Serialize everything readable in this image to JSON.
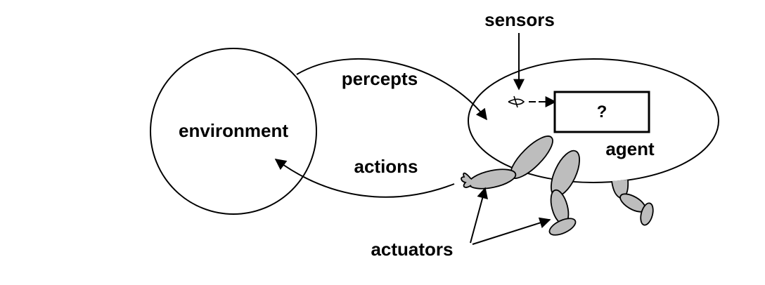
{
  "diagram": {
    "labels": {
      "environment": "environment",
      "percepts": "percepts",
      "actions": "actions",
      "agent": "agent",
      "sensors": "sensors",
      "actuators": "actuators",
      "program": "?"
    },
    "colors": {
      "stroke": "#000000",
      "limb_fill": "#bdbdbd",
      "background": "#ffffff"
    }
  }
}
